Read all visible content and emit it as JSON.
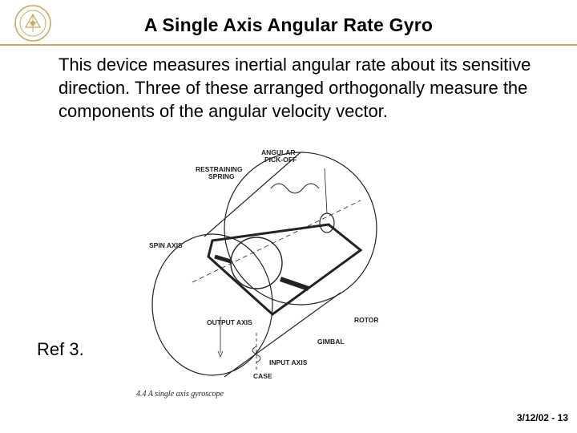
{
  "slide": {
    "title": "A Single Axis Angular Rate Gyro",
    "body": "This device measures inertial angular rate about its sensitive direction. Three of these arranged orthogonally measure the components of the angular velocity vector.",
    "reference": "Ref 3.",
    "footer": "3/12/02 - 13"
  },
  "logo": {
    "icon": "university-seal-icon",
    "color": "#c8a862"
  },
  "figure": {
    "labels": {
      "angular_pickoff_1": "ANGULAR",
      "angular_pickoff_2": "PICK-OFF",
      "restraining_spring_1": "RESTRAINING",
      "restraining_spring_2": "SPRING",
      "spin_axis": "SPIN AXIS",
      "rotor": "ROTOR",
      "output_axis": "OUTPUT AXIS",
      "gimbal": "GIMBAL",
      "input_axis": "INPUT AXIS",
      "case": "CASE"
    },
    "caption": "4.4   A single axis gyroscope"
  },
  "colors": {
    "accent": "#c8a862",
    "text": "#000000"
  }
}
